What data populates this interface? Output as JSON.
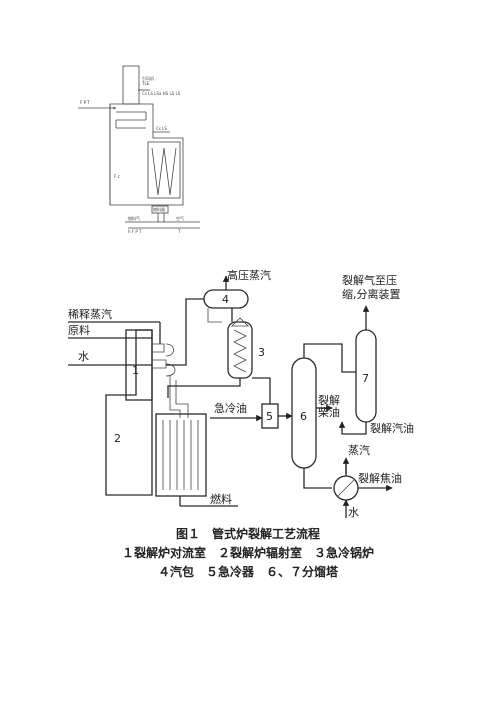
{
  "top_diagram": {
    "labels": {
      "stack_note_1": "引风机",
      "stack_note_2": "TLE",
      "stack_note_3": "Cs LS LSa HS LS LS",
      "feed_arrow": "F P T",
      "conv_note": "Cs LS",
      "fuel_marker": "F c",
      "burner_box": "燃料器",
      "bottom_left_note": "燃料气",
      "bottom_left_code": "h F P T",
      "bottom_right_note": "空气",
      "bottom_right_code": "T"
    }
  },
  "main_diagram": {
    "labels": {
      "hp_steam": "高压蒸汽",
      "dilution_steam": "稀释蒸汽",
      "feedstock": "原料",
      "water_in": "水",
      "unit_1": "1",
      "unit_2": "2",
      "unit_3": "3",
      "unit_4": "4",
      "unit_5": "5",
      "unit_6": "6",
      "unit_7": "7",
      "quench_oil": "急冷油",
      "cracked_diesel": "裂解\n柴油",
      "cracked_gas_1": "裂解气至压",
      "cracked_gas_2": "缩,分离装置",
      "cracked_gasoline": "裂解汽油",
      "steam_out": "蒸汽",
      "cracked_fuel_oil": "裂解焦油",
      "water_bottom": "水",
      "fuel": "燃料"
    }
  },
  "caption": {
    "title": "图１　管式炉裂解工艺流程",
    "line1": "１裂解炉对流室　２裂解炉辐射室　３急冷锅炉",
    "line2": "４汽包　５急冷器　６、７分馏塔"
  }
}
